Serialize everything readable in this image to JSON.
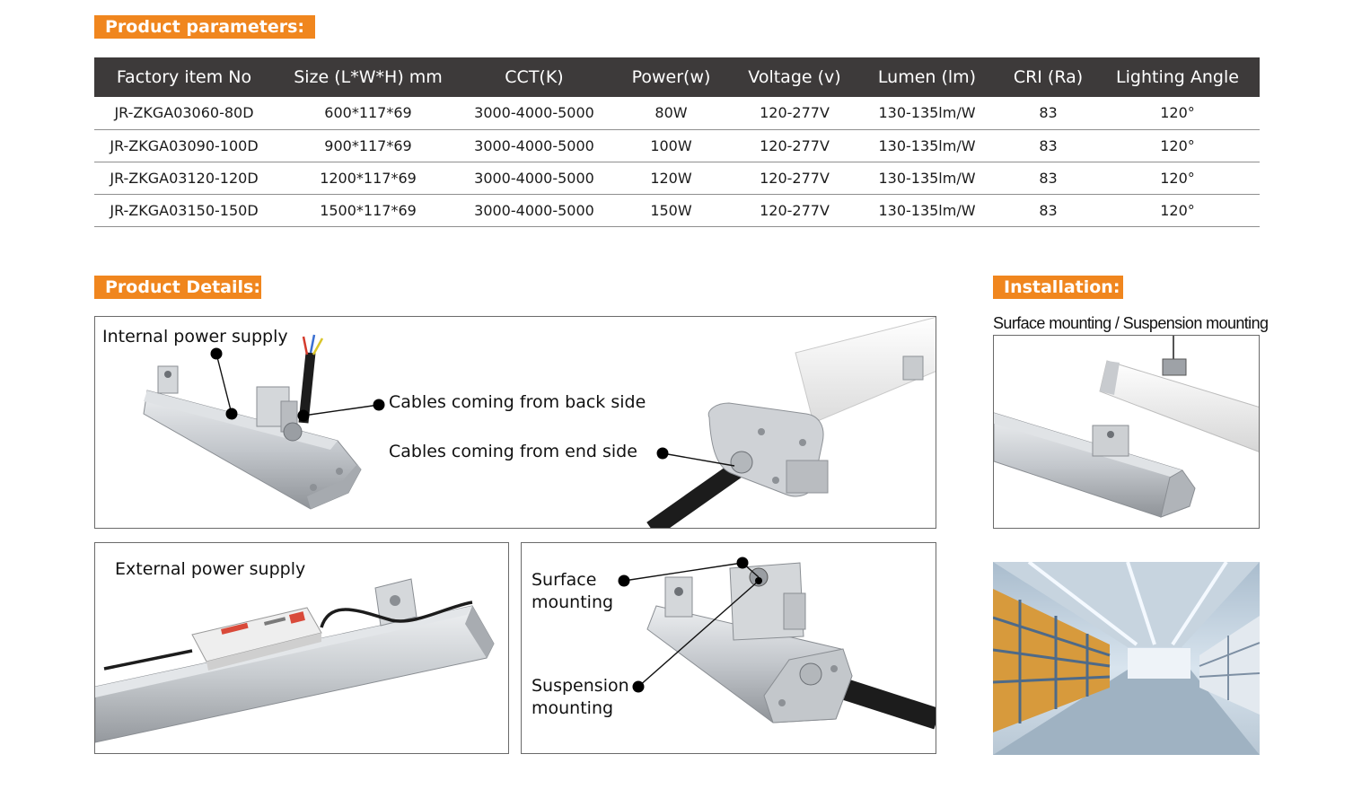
{
  "parameters": {
    "heading": "Product parameters:",
    "columns": [
      "Factory item No",
      "Size (L*W*H) mm",
      "CCT(K)",
      "Power(w)",
      "Voltage (v)",
      "Lumen (lm)",
      "CRI (Ra)",
      "Lighting Angle"
    ],
    "rows": [
      [
        "JR-ZKGA03060-80D",
        "600*117*69",
        "3000-4000-5000",
        "80W",
        "120-277V",
        "130-135lm/W",
        "83",
        "120°"
      ],
      [
        "JR-ZKGA03090-100D",
        "900*117*69",
        "3000-4000-5000",
        "100W",
        "120-277V",
        "130-135lm/W",
        "83",
        "120°"
      ],
      [
        "JR-ZKGA03120-120D",
        "1200*117*69",
        "3000-4000-5000",
        "120W",
        "120-277V",
        "130-135lm/W",
        "83",
        "120°"
      ],
      [
        "JR-ZKGA03150-150D",
        "1500*117*69",
        "3000-4000-5000",
        "150W",
        "120-277V",
        "130-135lm/W",
        "83",
        "120°"
      ]
    ]
  },
  "details": {
    "heading": "Product Details:",
    "internal_power_label": "Internal power supply",
    "cables_back_label": "Cables coming from back side",
    "cables_end_label": "Cables coming from end side",
    "external_power_label": "External power supply",
    "surface_mounting_label_1": "Surface",
    "surface_mounting_label_2": "mounting",
    "suspension_mounting_label_1": "Suspension",
    "suspension_mounting_label_2": "mounting"
  },
  "installation": {
    "heading": "Installation:",
    "caption": "Surface mounting / Suspension mounting"
  },
  "colors": {
    "accent_orange": "#f0861e",
    "table_header_bg": "#3d3a3a",
    "row_divider": "#8f8f8f",
    "frame_border": "#6a6a6a",
    "aluminum": "#c9ccd0",
    "diffuser": "#f1f1f1",
    "cable_black": "#1c1c1c"
  }
}
